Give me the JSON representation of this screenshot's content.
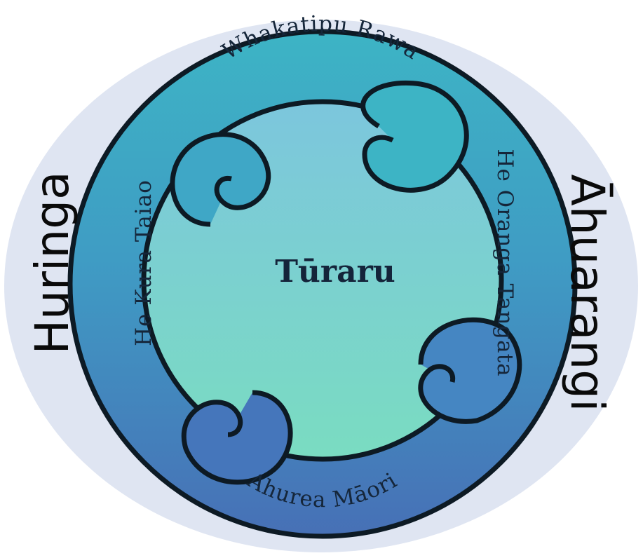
{
  "diagram": {
    "center": {
      "label": "Tūraru"
    },
    "ring_labels": {
      "top": "Whakatipu Rawa",
      "right": "He Oranga Tangata",
      "bottom": "Ahurea Māori",
      "left": "He Kura Taiao"
    },
    "outer_labels": {
      "left": "Huringa",
      "right": "Āhuarangi"
    },
    "colors": {
      "background_oval": "#dfe5f2",
      "ring_top": "#3db4c5",
      "ring_bottom": "#4770b6",
      "center_top": "#7cc6dd",
      "center_bottom": "#7adcc1",
      "outline": "#0d1a24"
    }
  }
}
